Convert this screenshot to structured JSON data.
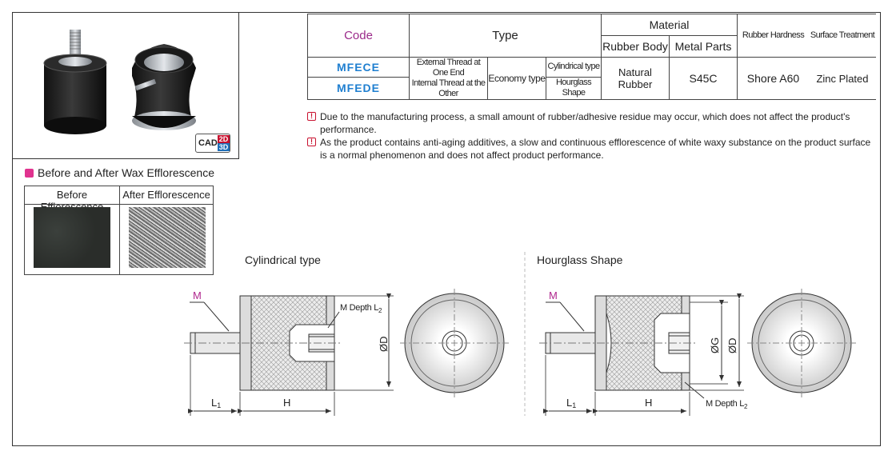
{
  "table": {
    "code_header": "Code",
    "type_header": "Type",
    "material_header": "Material",
    "rubber_body_header": "Rubber Body",
    "metal_parts_header": "Metal Parts",
    "rubber_hardness_header": "Rubber Hardness",
    "surface_treatment_header": "Surface Treatment",
    "codes": [
      "MFECE",
      "MFEDE"
    ],
    "thread_type": [
      "External Thread at One End",
      "Internal Thread at the Other"
    ],
    "economy_type": "Economy type",
    "shapes": [
      "Cylindrical type",
      "Hourglass Shape"
    ],
    "rubber_body": "Natural Rubber",
    "metal_parts": "S45C",
    "rubber_hardness": "Shore A60",
    "surface_treatment": "Zinc Plated"
  },
  "notes": [
    "Due to the manufacturing process, a small amount of rubber/adhesive residue may occur, which does not affect the product's performance.",
    "As the product contains anti-aging additives, a slow and continuous efflorescence of white waxy substance on the product surface is a normal phenomenon and does not affect product performance."
  ],
  "cad_badge": {
    "cad": "CAD",
    "d2": "2D",
    "d3": "3D"
  },
  "wax": {
    "title": "Before and After Wax Efflorescence",
    "before_label": "Before Efflorescence",
    "after_label": "After Efflorescence"
  },
  "drawings": {
    "cylindrical": {
      "title": "Cylindrical type",
      "label_m": "M",
      "label_m_depth": "M Depth L",
      "label_m_depth_sub": "2",
      "label_d": "ØD",
      "label_l1": "L",
      "label_l1_sub": "1",
      "label_h": "H"
    },
    "hourglass": {
      "title": "Hourglass Shape",
      "label_m": "M",
      "label_m_depth": "M Depth L",
      "label_m_depth_sub": "2",
      "label_g": "ØG",
      "label_d": "ØD",
      "label_l1": "L",
      "label_l1_sub": "1",
      "label_h": "H"
    }
  },
  "colors": {
    "code_magenta": "#9b2a8a",
    "code_blue": "#1f7fd0",
    "dim_magenta": "#b0288e",
    "warning_red": "#c8102e"
  }
}
